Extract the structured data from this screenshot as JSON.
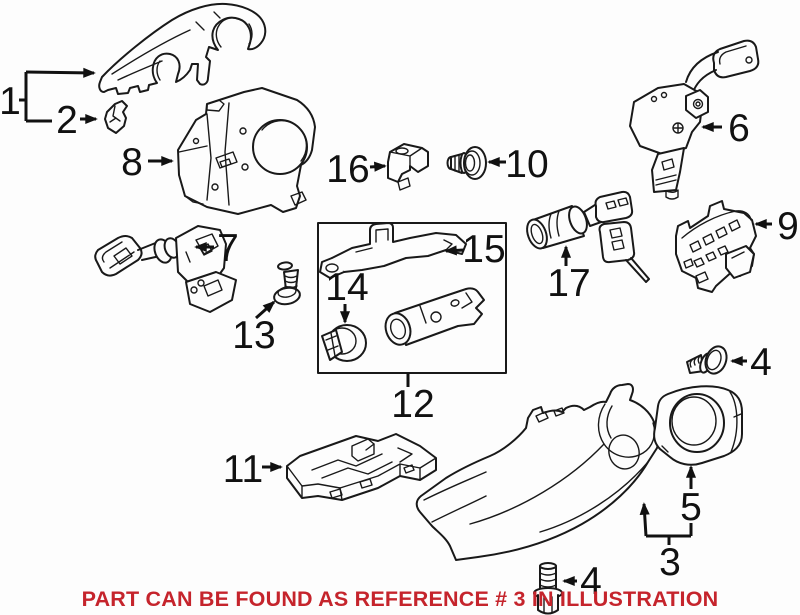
{
  "diagram": {
    "background": "#fdfdfd",
    "ink": "#191919",
    "caption": {
      "text": "PART CAN BE FOUND AS REFERENCE # 3 IN ILLUSTRATION",
      "color": "#c5242c"
    },
    "labels": [
      {
        "ref": "1"
      },
      {
        "ref": "2"
      },
      {
        "ref": "8"
      },
      {
        "ref": "16"
      },
      {
        "ref": "10"
      },
      {
        "ref": "6"
      },
      {
        "ref": "7"
      },
      {
        "ref": "9"
      },
      {
        "ref": "17"
      },
      {
        "ref": "13"
      },
      {
        "ref": "15"
      },
      {
        "ref": "14"
      },
      {
        "ref": "12"
      },
      {
        "ref": "11"
      },
      {
        "ref": "4"
      },
      {
        "ref": "5"
      },
      {
        "ref": "3"
      },
      {
        "ref": "4"
      }
    ]
  }
}
